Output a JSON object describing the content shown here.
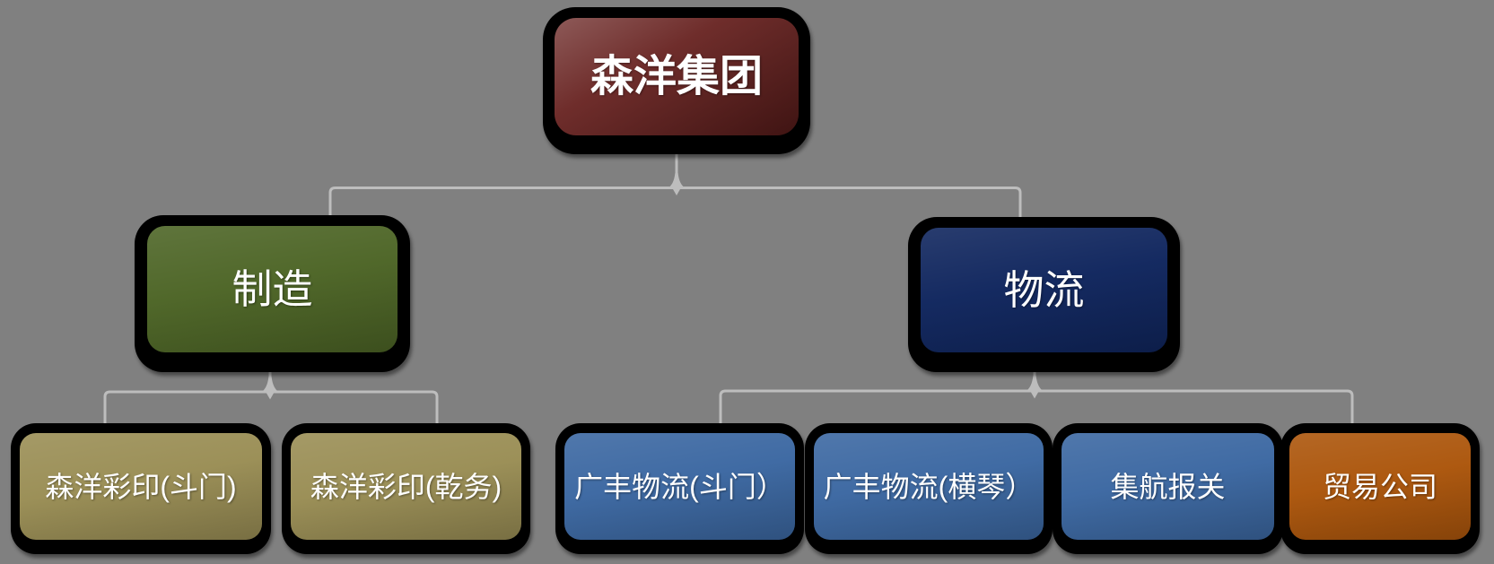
{
  "diagram": {
    "type": "org-chart",
    "background_color": "#808080",
    "connector_color": "#bdbdbd",
    "root": {
      "label": "森洋集团",
      "color": "#66201e"
    },
    "branches": [
      {
        "label": "制造",
        "color": "#4d6526"
      },
      {
        "label": "物流",
        "color": "#10265e"
      }
    ],
    "manufacturing_children": [
      {
        "label": "森洋彩印(斗门)",
        "color": "#9a8e55"
      },
      {
        "label": "森洋彩印(乾务)",
        "color": "#9a8e55"
      }
    ],
    "logistics_children": [
      {
        "label": "广丰物流(斗门）",
        "color": "#3c68a2"
      },
      {
        "label": "广丰物流(横琴）",
        "color": "#3c68a2"
      },
      {
        "label": "集航报关",
        "color": "#3c68a2"
      },
      {
        "label": "贸易公司",
        "color": "#ac560c"
      }
    ]
  }
}
